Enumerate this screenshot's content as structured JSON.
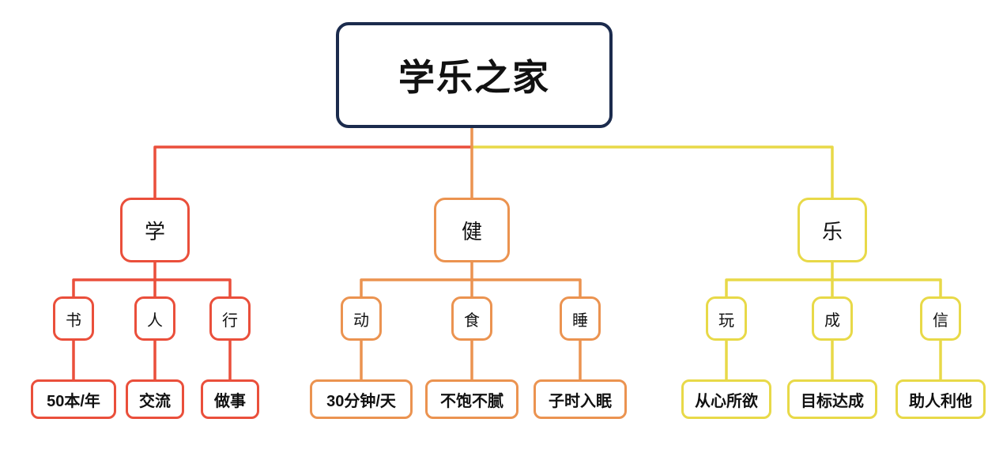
{
  "title": "学乐之家",
  "colors": {
    "root": "#1b2b4d",
    "red": "#ea4f3b",
    "orange": "#eb9350",
    "yellow": "#e8d948"
  },
  "root": {
    "label": "学乐之家"
  },
  "branches": [
    {
      "label": "学",
      "color": "#ea4f3b",
      "children": [
        {
          "label": "书",
          "leaf": "50本/年"
        },
        {
          "label": "人",
          "leaf": "交流"
        },
        {
          "label": "行",
          "leaf": "做事"
        }
      ]
    },
    {
      "label": "健",
      "color": "#eb9350",
      "children": [
        {
          "label": "动",
          "leaf": "30分钟/天"
        },
        {
          "label": "食",
          "leaf": "不饱不腻"
        },
        {
          "label": "睡",
          "leaf": "子时入眠"
        }
      ]
    },
    {
      "label": "乐",
      "color": "#e8d948",
      "children": [
        {
          "label": "玩",
          "leaf": "从心所欲"
        },
        {
          "label": "成",
          "leaf": "目标达成"
        },
        {
          "label": "信",
          "leaf": "助人利他"
        }
      ]
    }
  ]
}
